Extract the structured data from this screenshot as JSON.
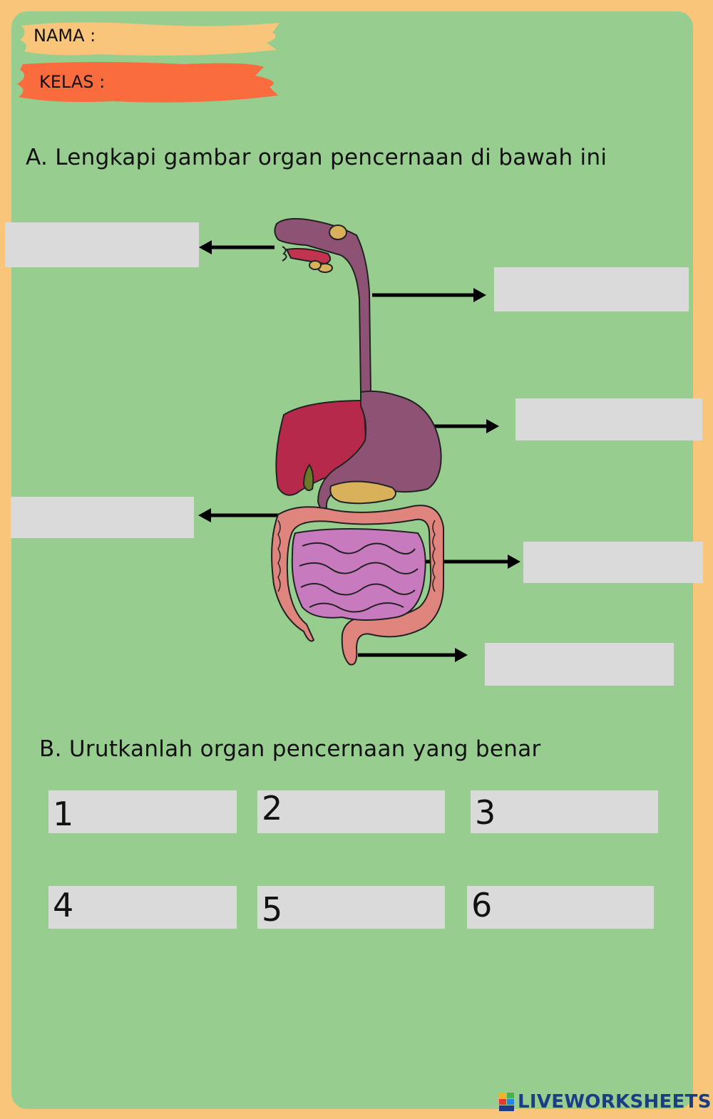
{
  "header": {
    "name_label": "NAMA :",
    "class_label": "KELAS :"
  },
  "section_a": {
    "title": "A. Lengkapi gambar organ pencernaan di bawah ini",
    "label_boxes": [
      {
        "id": "mouth",
        "value": ""
      },
      {
        "id": "esophagus",
        "value": ""
      },
      {
        "id": "stomach",
        "value": ""
      },
      {
        "id": "large-intestine",
        "value": ""
      },
      {
        "id": "small-intestine",
        "value": ""
      },
      {
        "id": "rectum",
        "value": ""
      }
    ]
  },
  "section_b": {
    "title": "B. Urutkanlah organ pencernaan yang benar",
    "order_boxes": [
      {
        "number": "1",
        "value": ""
      },
      {
        "number": "2",
        "value": ""
      },
      {
        "number": "3",
        "value": ""
      },
      {
        "number": "4",
        "value": ""
      },
      {
        "number": "5",
        "value": ""
      },
      {
        "number": "6",
        "value": ""
      }
    ]
  },
  "footer": {
    "brand": "LIVEWORKSHEETS",
    "brand_color": "#1b3d86"
  },
  "colors": {
    "page_border": "#f9c57a",
    "sheet_bg": "#97ce8f",
    "answer_box": "#dadada",
    "name_brush": "#f9c57a",
    "class_brush": "#fa6b3d"
  }
}
